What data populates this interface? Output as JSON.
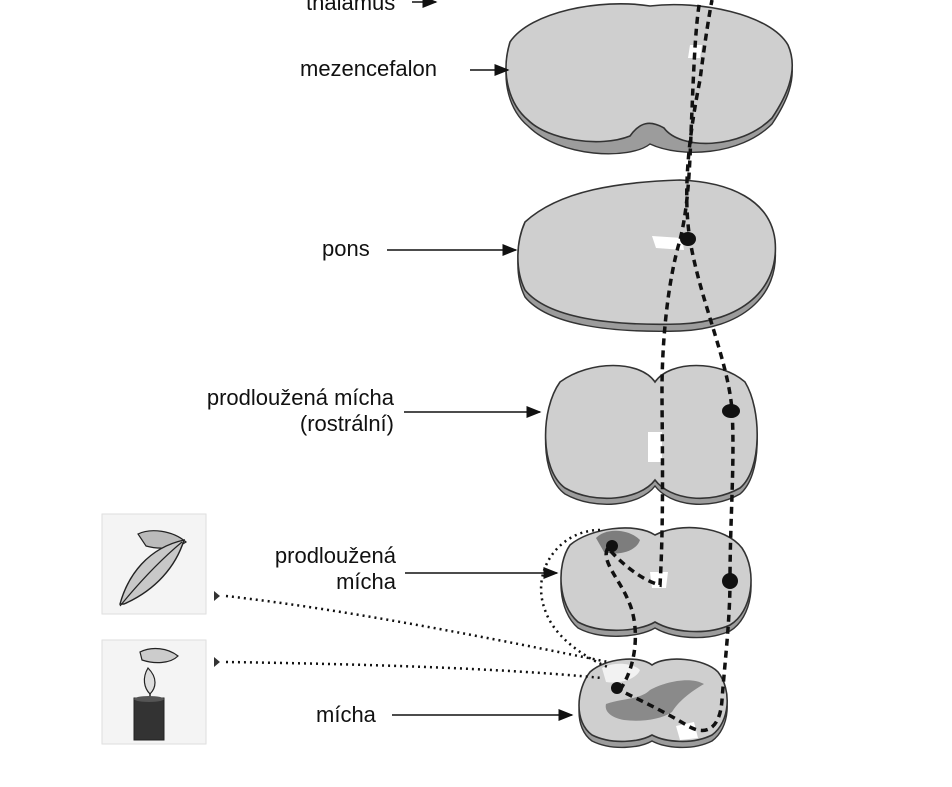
{
  "labels": {
    "thalamus": "thalamus",
    "mezencefalon": "mezencefalon",
    "pons": "pons",
    "medulla_rostral_line1": "prodloužená mícha",
    "medulla_rostral_line2": "(rostrální)",
    "medulla_line1": "prodloužená",
    "medulla_line2": "mícha",
    "spinal_cord": "mícha"
  },
  "stimuli": [
    {
      "icon": "feather-touch-icon"
    },
    {
      "icon": "candle-heat-icon"
    }
  ]
}
